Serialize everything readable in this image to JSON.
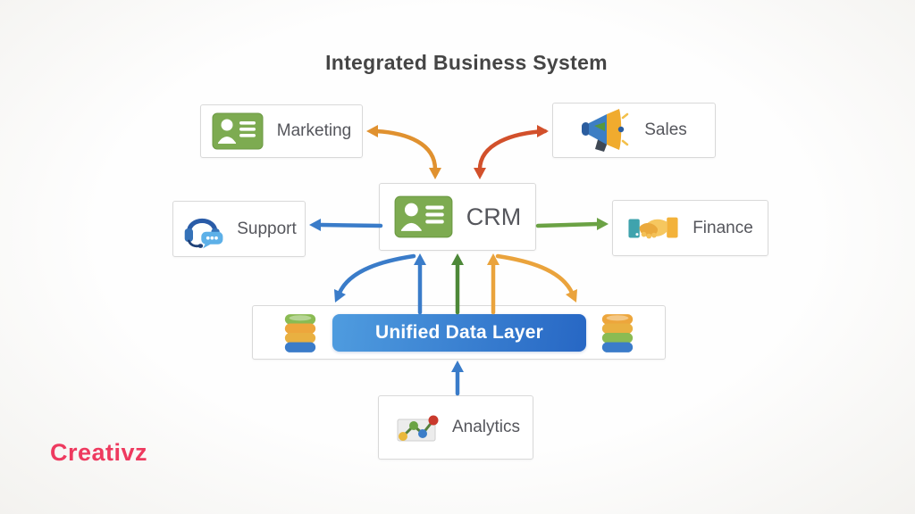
{
  "title": "Integrated Business System",
  "brand": {
    "name": "Creativz"
  },
  "nodes": {
    "marketing": {
      "label": "Marketing",
      "icon": "contact-card-icon"
    },
    "sales": {
      "label": "Sales",
      "icon": "megaphone-icon"
    },
    "crm": {
      "label": "CRM",
      "icon": "contact-card-icon"
    },
    "support": {
      "label": "Support",
      "icon": "headset-chat-icon"
    },
    "finance": {
      "label": "Finance",
      "icon": "handshake-icon"
    },
    "data_layer": {
      "label": "Unified Data Layer",
      "icon": "database-stack-icon"
    },
    "analytics": {
      "label": "Analytics",
      "icon": "line-chart-icon"
    }
  },
  "connections": [
    {
      "from": "marketing",
      "to": "crm",
      "bidirectional": true,
      "color": "orange",
      "shape": "curved"
    },
    {
      "from": "sales",
      "to": "crm",
      "bidirectional": true,
      "color": "red",
      "shape": "curved"
    },
    {
      "from": "crm",
      "to": "support",
      "bidirectional": false,
      "color": "blue",
      "shape": "straight"
    },
    {
      "from": "crm",
      "to": "finance",
      "bidirectional": false,
      "color": "green",
      "shape": "straight"
    },
    {
      "from": "crm",
      "to": "data_layer",
      "bidirectional": false,
      "color": "blue",
      "shape": "curved-left"
    },
    {
      "from": "data_layer",
      "to": "crm",
      "bidirectional": false,
      "color": "blue",
      "shape": "straight"
    },
    {
      "from": "data_layer",
      "to": "crm",
      "bidirectional": false,
      "color": "green-dark",
      "shape": "straight"
    },
    {
      "from": "data_layer",
      "to": "crm",
      "bidirectional": false,
      "color": "amber",
      "shape": "straight"
    },
    {
      "from": "crm",
      "to": "data_layer",
      "bidirectional": false,
      "color": "amber",
      "shape": "curved-right"
    },
    {
      "from": "analytics",
      "to": "data_layer",
      "bidirectional": false,
      "color": "blue",
      "shape": "straight"
    }
  ],
  "colors": {
    "arrow-orange": "#e0912f",
    "arrow-amber": "#eaa33c",
    "arrow-red": "#d2502b",
    "arrow-blue": "#3a7cc9",
    "arrow-green": "#6ba244",
    "arrow-green-dark": "#4d8838",
    "banner-start": "#4f9cdf",
    "banner-end": "#2767c4",
    "brand": "#ee3a5f",
    "card-green": "#7dab51"
  }
}
